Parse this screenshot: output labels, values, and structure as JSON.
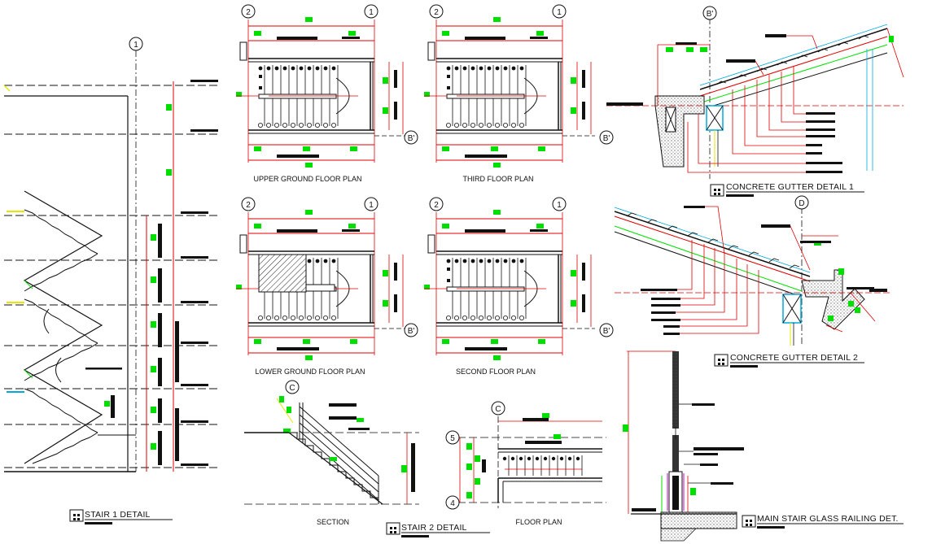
{
  "titles": {
    "stair1": "STAIR 1 DETAIL",
    "stair2": "STAIR 2 DETAIL",
    "gutter1": "CONCRETE GUTTER DETAIL 1",
    "gutter2": "CONCRETE GUTTER DETAIL 2",
    "railing": "MAIN STAIR GLASS RAILING DET."
  },
  "plan_labels": {
    "upper_ground": "UPPER GROUND FLOOR PLAN",
    "third": "THIRD FLOOR PLAN",
    "lower_ground": "LOWER GROUND FLOOR PLAN",
    "second": "SECOND FLOOR PLAN",
    "section": "SECTION",
    "floor_plan": "FLOOR PLAN"
  },
  "grid_markers": {
    "one": "1",
    "two": "2",
    "four": "4",
    "five": "5",
    "b_prime": "B'",
    "c": "C",
    "d": "D"
  },
  "colors": {
    "line": "#111111",
    "dimension": "#e00000",
    "tag": "#00e000",
    "accent_yellow": "#e6e600",
    "accent_blue": "#00aadd",
    "accent_magenta": "#cc00cc"
  }
}
